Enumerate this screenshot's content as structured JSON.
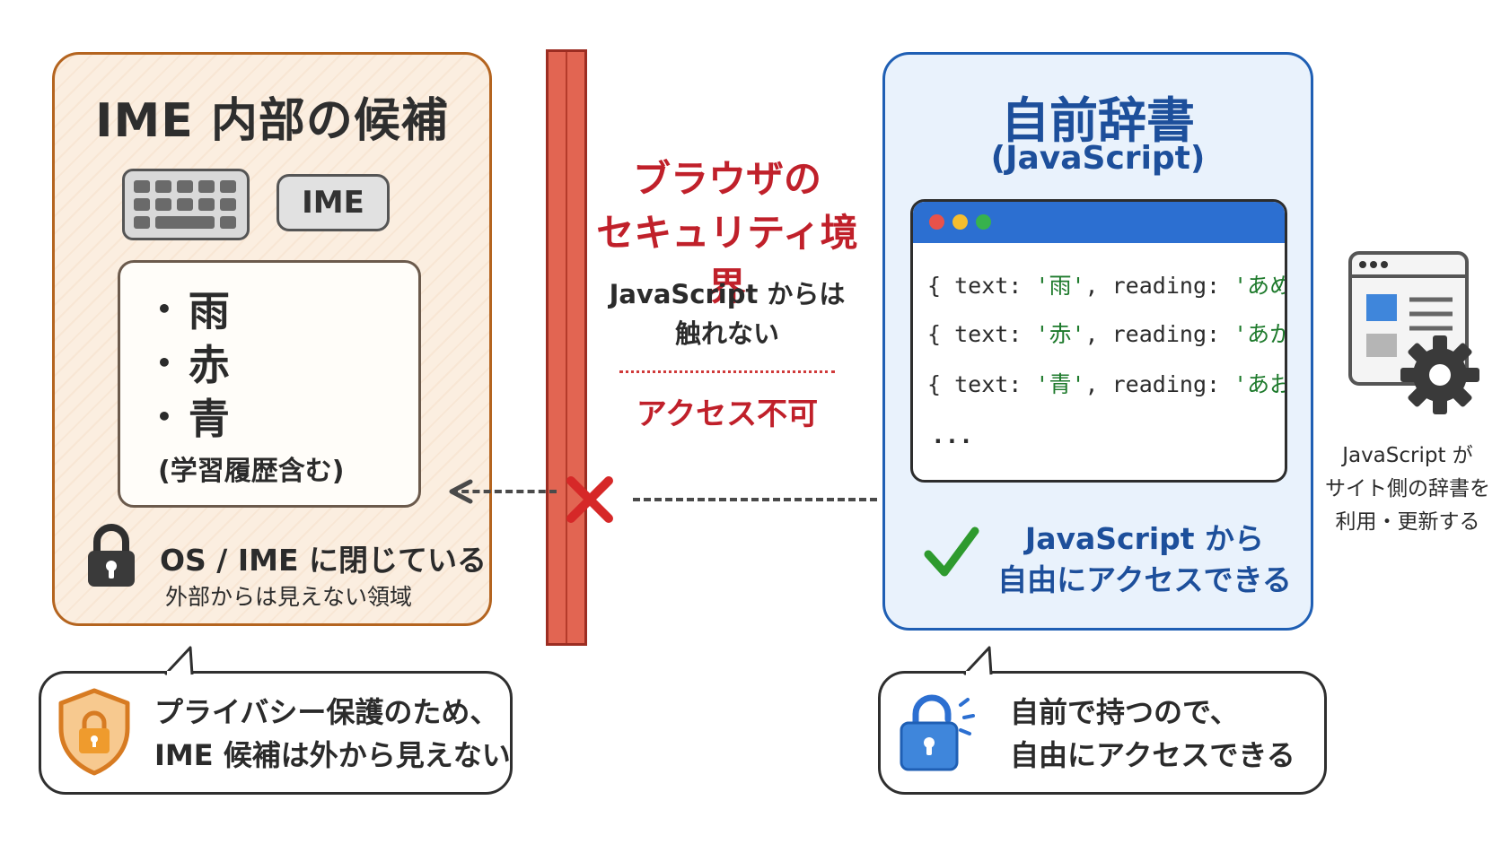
{
  "left": {
    "title": "IME 内部の候補",
    "ime_label": "IME",
    "candidates": [
      "雨",
      "赤",
      "青"
    ],
    "bullet": "•",
    "candidates_note": "(学習履歴含む)",
    "lock_title": "OS / IME に閉じている",
    "lock_subtitle": "外部からは見えない領域"
  },
  "center": {
    "title_line1": "ブラウザの",
    "title_line2": "セキュリティ境界",
    "note_line1": "JavaScript からは",
    "note_line2": "触れない",
    "denied": "アクセス不可"
  },
  "right": {
    "title": "自前辞書",
    "subtitle": "(JavaScript)",
    "code": [
      {
        "pre": "{ text: ",
        "text": "'雨'",
        "mid": ", reading: ",
        "reading": "'あめ'",
        "post": " }"
      },
      {
        "pre": "{ text: ",
        "text": "'赤'",
        "mid": ", reading: ",
        "reading": "'あか'",
        "post": " }"
      },
      {
        "pre": "{ text: ",
        "text": "'青'",
        "mid": ", reading: ",
        "reading": "'あお'",
        "post": " }"
      }
    ],
    "code_ellipsis": "...",
    "ok_line1": "JavaScript から",
    "ok_line2": "自由にアクセスできる"
  },
  "side": {
    "caption_line1": "JavaScript が",
    "caption_line2": "サイト側の辞書を",
    "caption_line3": "利用・更新する"
  },
  "bubbles": {
    "left_line1": "プライバシー保護のため、",
    "left_line2": "IME 候補は外から見えない",
    "right_line1": "自前で持つので、",
    "right_line2": "自由にアクセスできる"
  },
  "colors": {
    "left_border": "#b4641f",
    "left_bg": "#fbeee0",
    "wall": "#e26552",
    "warning_red": "#c0202a",
    "right_border": "#1f5fb4",
    "right_bg": "#e9f2fc",
    "code_titlebar": "#2c6fd1",
    "code_string": "#1e7a2c",
    "check_green": "#2e9a2e"
  }
}
